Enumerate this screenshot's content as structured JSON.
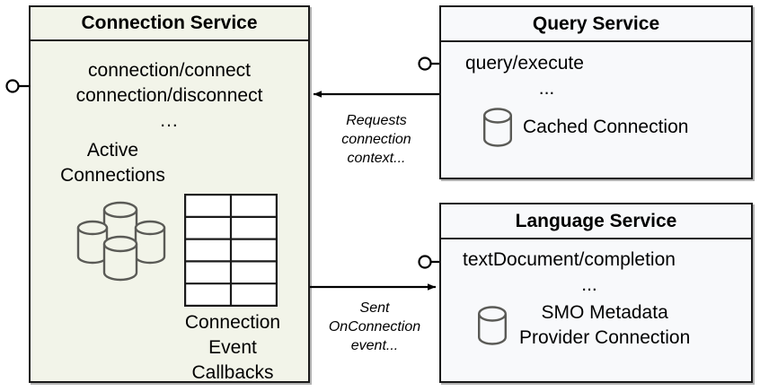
{
  "diagram": {
    "type": "component-diagram",
    "background": "#ffffff",
    "colors": {
      "connection_service_fill": "#f2f4e9",
      "service_fill": "#f8f9fb",
      "stroke": "#1a1a1a",
      "cylinder_stroke": "#5a5a56",
      "text": "#000000"
    }
  },
  "connection_service": {
    "title": "Connection Service",
    "operations": [
      "connection/connect",
      "connection/disconnect"
    ],
    "ellipsis": "...",
    "active_connections_label": "Active\nConnections",
    "active_connections_line1": "Active",
    "active_connections_line2": "Connections",
    "db_cluster_icon": "database-cluster-icon",
    "table_icon": "table-grid-icon",
    "table_rows": 5,
    "table_cols": 2,
    "callbacks_label_line1": "Connection",
    "callbacks_label_line2": "Event",
    "callbacks_label_line3": "Callbacks",
    "provided_interface_icon": "lollipop-interface-icon"
  },
  "query_service": {
    "title": "Query Service",
    "operations": [
      "query/execute"
    ],
    "ellipsis": "...",
    "cached_connection_label": "Cached Connection",
    "cylinder_icon": "database-cylinder-icon",
    "provided_interface_icon": "lollipop-interface-icon"
  },
  "language_service": {
    "title": "Language Service",
    "operations": [
      "textDocument/completion"
    ],
    "ellipsis": "...",
    "smo_label_line1": "SMO Metadata",
    "smo_label_line2": "Provider Connection",
    "cylinder_icon": "database-cylinder-icon",
    "provided_interface_icon": "lollipop-interface-icon"
  },
  "edges": [
    {
      "id": "query-to-connection",
      "from": "query_service",
      "to": "connection_service",
      "label_line1": "Requests",
      "label_line2": "connection",
      "label_line3": "context...",
      "direction": "left",
      "arrow": "open-arrow-head"
    },
    {
      "id": "connection-to-language",
      "from": "connection_service",
      "to": "language_service",
      "label_line1": "Sent",
      "label_line2": "OnConnection",
      "label_line3": "event...",
      "direction": "right",
      "arrow": "open-arrow-head"
    }
  ]
}
